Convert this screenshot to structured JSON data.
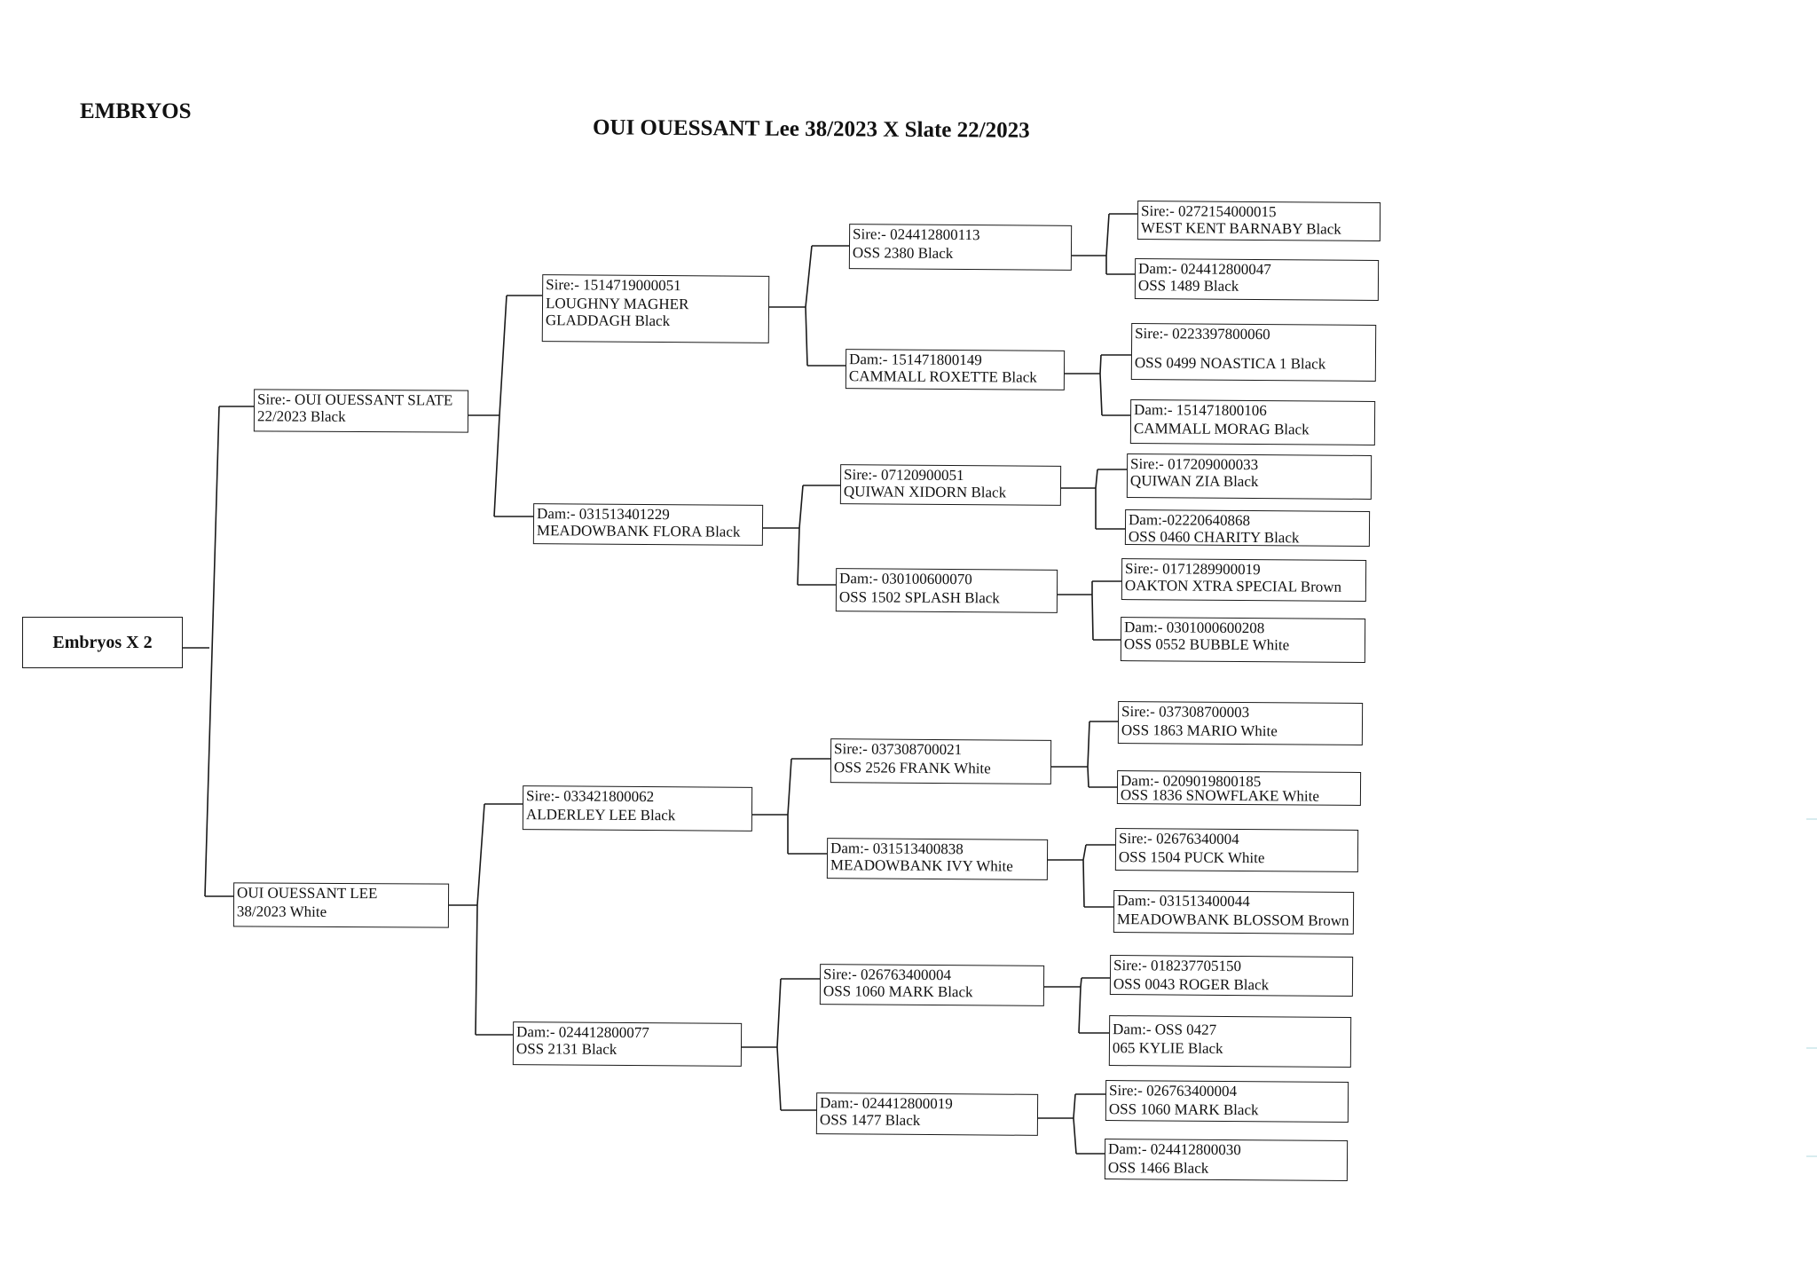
{
  "header": {
    "label": "EMBRYOS",
    "title": "OUI OUESSANT  Lee 38/2023 X Slate 22/2023"
  },
  "root": {
    "line1": "Embryos X 2"
  },
  "sire": {
    "line1": "Sire:- OUI OUESSANT SLATE",
    "line2": "22/2023  Black"
  },
  "dam": {
    "line1": "OUI OUESSANT LEE",
    "line2": "38/2023  White"
  },
  "grandparents": [
    {
      "line1": "Sire:- 1514719000051",
      "line2": "LOUGHNY MAGHER",
      "line3": "GLADDAGH  Black"
    },
    {
      "line1": "Dam:- 031513401229",
      "line2": "MEADOWBANK FLORA  Black"
    },
    {
      "line1": "Sire:- 033421800062",
      "line2": "ALDERLEY LEE Black"
    },
    {
      "line1": "Dam:- 024412800077",
      "line2": "OSS 2131  Black"
    }
  ],
  "great_grandparents": [
    {
      "line1": "Sire:- 024412800113",
      "line2": "OSS 2380  Black"
    },
    {
      "line1": "Dam:- 151471800149",
      "line2": "CAMMALL ROXETTE Black"
    },
    {
      "line1": "Sire:- 07120900051",
      "line2": "QUIWAN XIDORN  Black"
    },
    {
      "line1": "Dam:- 030100600070",
      "line2": "OSS 1502 SPLASH  Black"
    },
    {
      "line1": "Sire:-  037308700021",
      "line2": "OSS 2526  FRANK  White"
    },
    {
      "line1": "Dam:- 031513400838",
      "line2": "MEADOWBANK IVY  White"
    },
    {
      "line1": "Sire:- 026763400004",
      "line2": "OSS 1060 MARK  Black"
    },
    {
      "line1": "Dam:- 024412800019",
      "line2": "OSS 1477 Black"
    }
  ],
  "gg_grandparents": [
    {
      "line1": "Sire:- 0272154000015",
      "line2": "WEST KENT BARNABY Black"
    },
    {
      "line1": "Dam:- 024412800047",
      "line2": "OSS 1489 Black"
    },
    {
      "line1": "Sire:- 0223397800060",
      "line2": "OSS 0499 NOASTICA 1 Black"
    },
    {
      "line1": "Dam:- 151471800106",
      "line2": "CAMMALL MORAG  Black"
    },
    {
      "line1": "Sire:- 017209000033",
      "line2": "QUIWAN ZIA  Black"
    },
    {
      "line1": "Dam:-02220640868",
      "line2": "OSS 0460 CHARITY  Black"
    },
    {
      "line1": "Sire:- 0171289900019",
      "line2": "OAKTON XTRA SPECIAL  Brown"
    },
    {
      "line1": "Dam:- 0301000600208",
      "line2": "OSS 0552 BUBBLE  White"
    },
    {
      "line1": "Sire:-  037308700003",
      "line2": "OSS 1863 MARIO White"
    },
    {
      "line1": "Dam:- 0209019800185",
      "line2": "OSS 1836 SNOWFLAKE White"
    },
    {
      "line1": "Sire:- 02676340004",
      "line2": "OSS 1504 PUCK White"
    },
    {
      "line1": "Dam:-  031513400044",
      "line2": "MEADOWBANK BLOSSOM Brown"
    },
    {
      "line1": "Sire:-  018237705150",
      "line2": "OSS 0043 ROGER   Black"
    },
    {
      "line1": "Dam:- OSS 0427",
      "line2": "065  KYLIE  Black"
    },
    {
      "line1": "Sire:- 026763400004",
      "line2": "OSS 1060 MARK  Black"
    },
    {
      "line1": "Dam:- 024412800030",
      "line2": "OSS 1466  Black"
    }
  ]
}
